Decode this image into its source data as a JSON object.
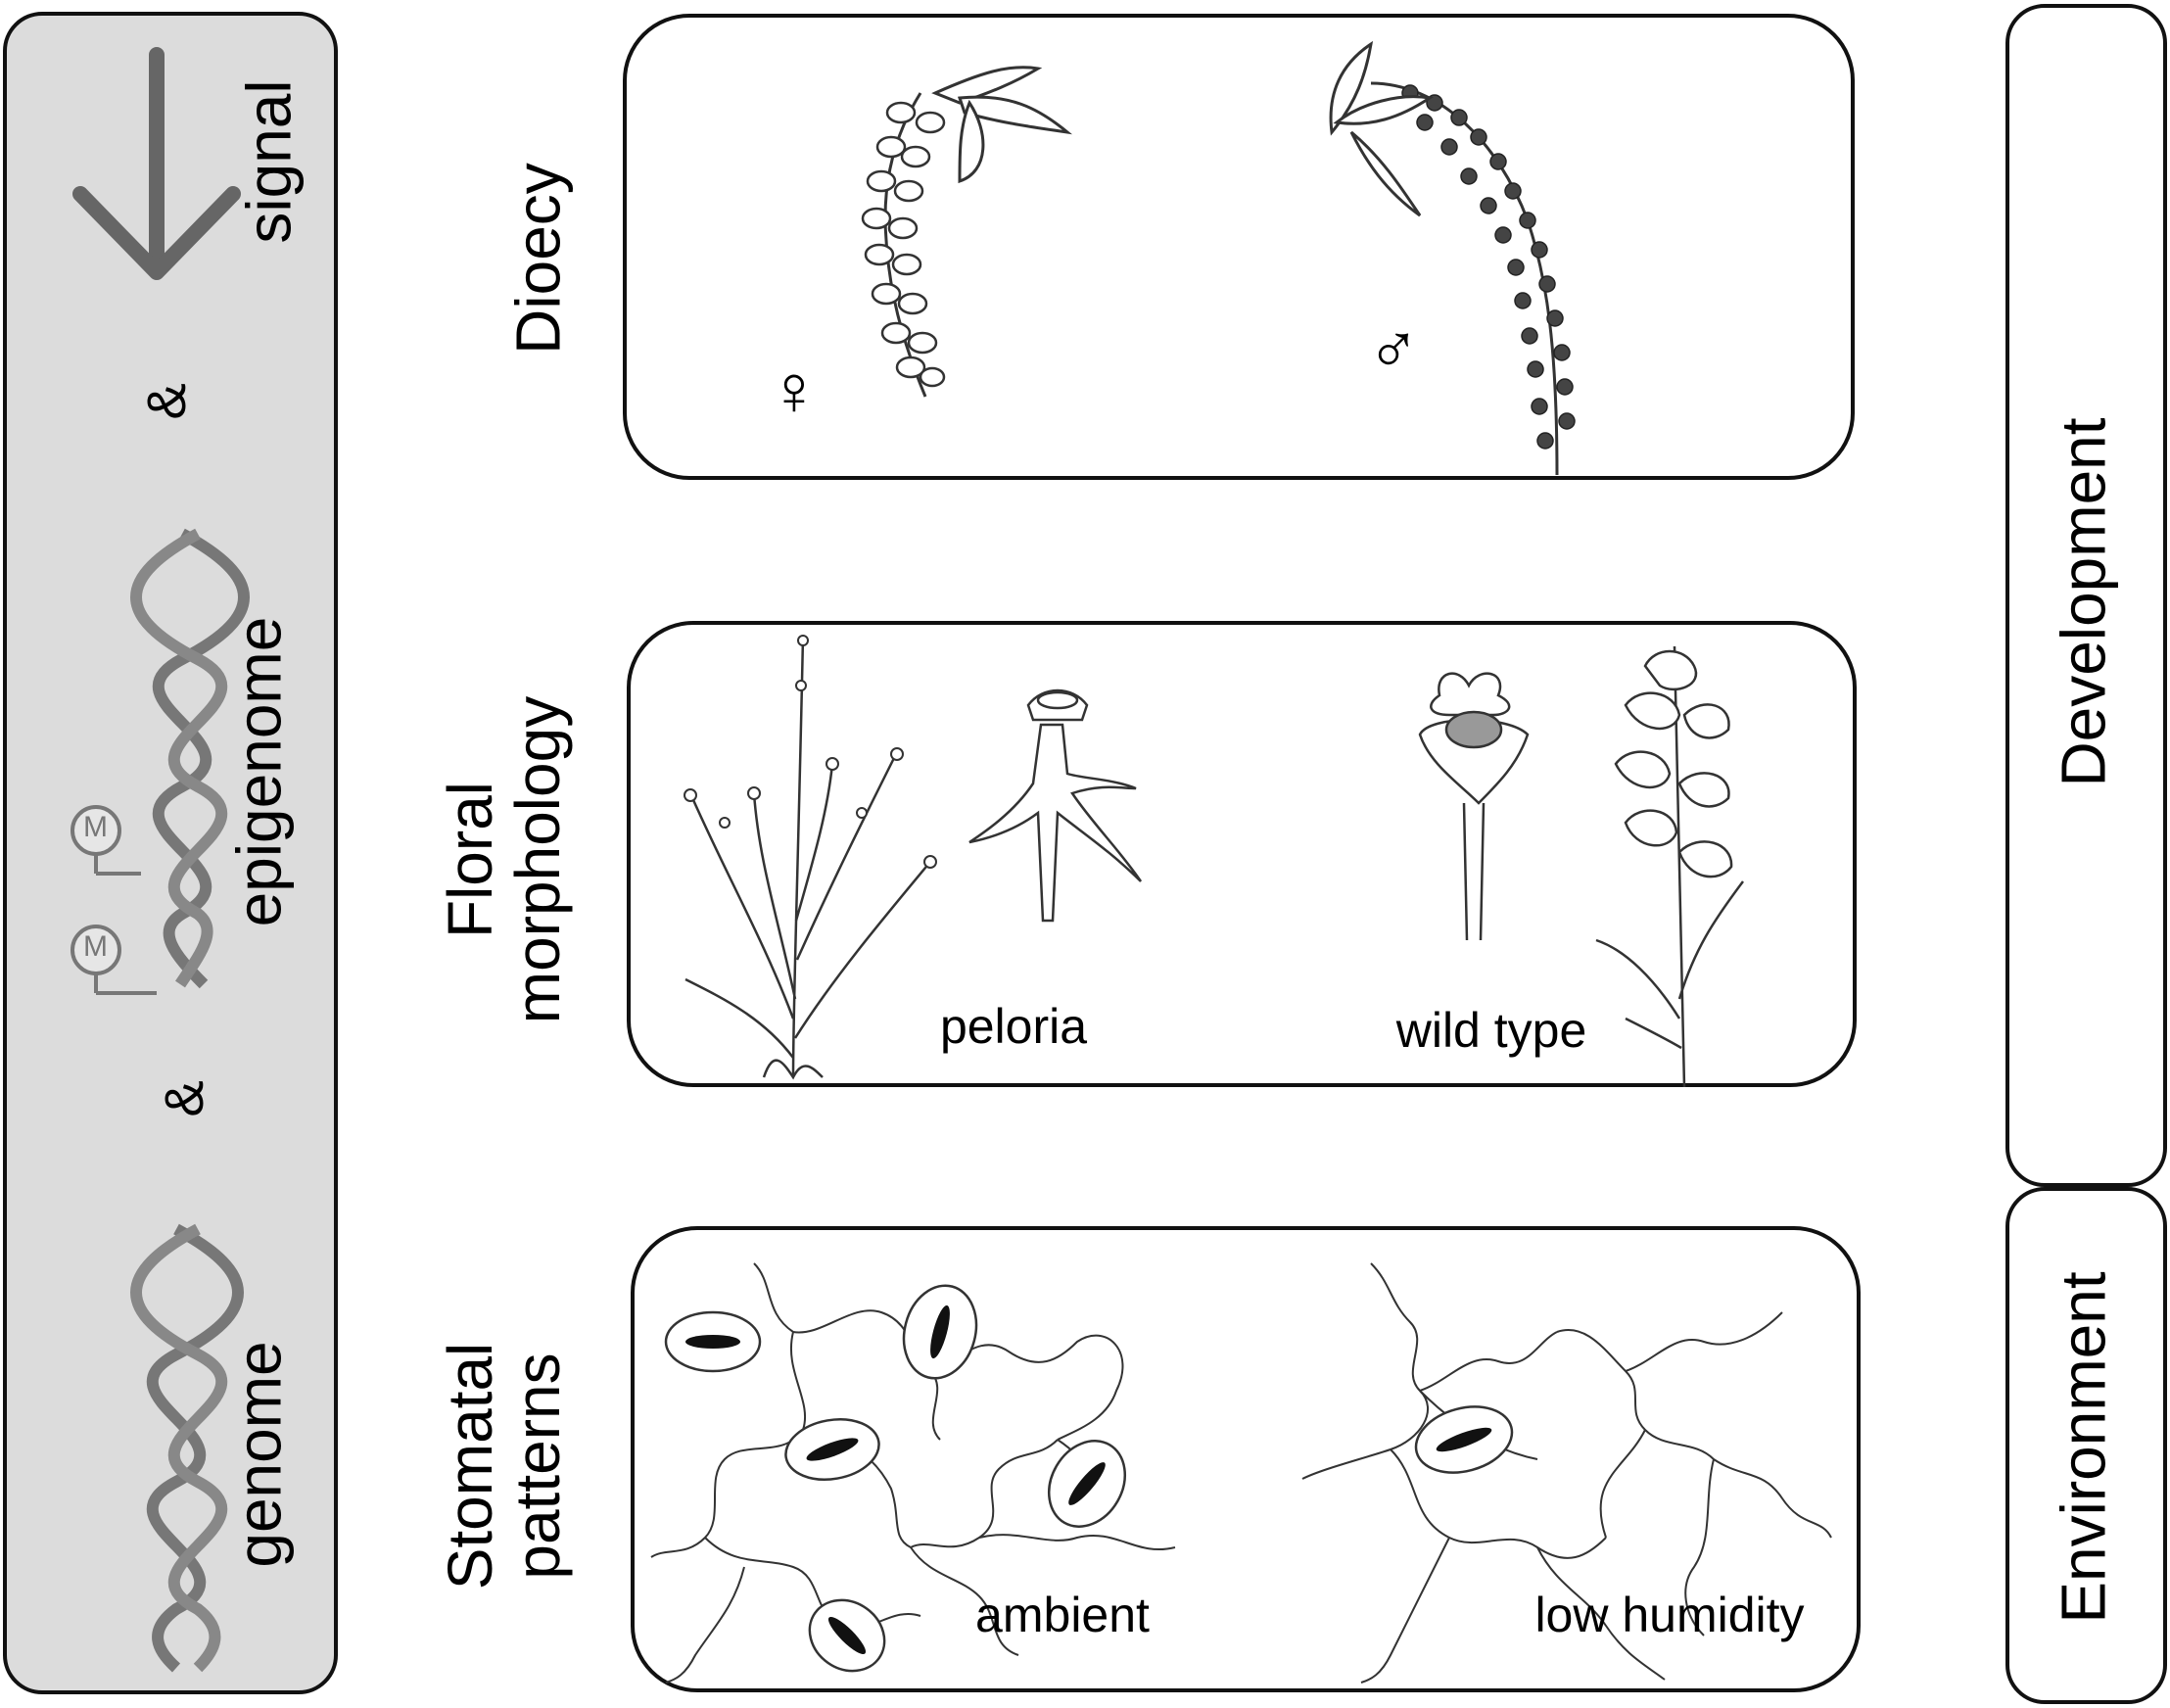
{
  "left_panel": {
    "signal": "signal",
    "amp_top": "&",
    "epigenome": "epigenome",
    "amp_bottom": "&",
    "genome": "genome",
    "methyl_mark": "M",
    "colors": {
      "panel_fill": "#dcdcdc",
      "helix": "#777777",
      "arrow": "#666666"
    }
  },
  "rows": [
    {
      "title": "Dioecy",
      "female_symbol": "♀",
      "male_symbol": "♂"
    },
    {
      "title_line1": "Floral",
      "title_line2": "morphology",
      "label_left": "peloria",
      "label_right": "wild type"
    },
    {
      "title_line1": "Stomatal",
      "title_line2": "patterns",
      "label_left": "ambient",
      "label_right": "low humidity"
    }
  ],
  "right_panel": {
    "development": "Development",
    "environment": "Environment"
  }
}
